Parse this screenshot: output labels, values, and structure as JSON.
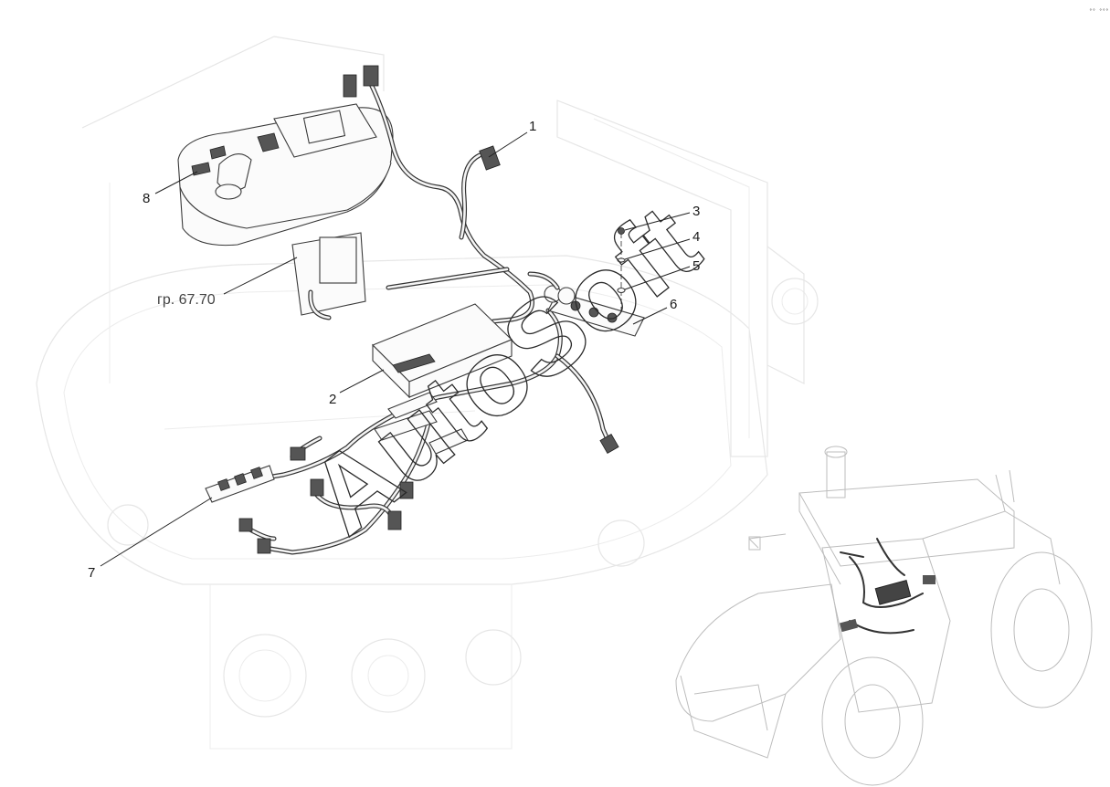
{
  "corner_mark": "°° °°°",
  "watermark": "AutoSoft",
  "reference_label": "гр. 67.70",
  "callouts": [
    {
      "id": "c1",
      "label": "1"
    },
    {
      "id": "c2",
      "label": "2"
    },
    {
      "id": "c3",
      "label": "3"
    },
    {
      "id": "c4",
      "label": "4"
    },
    {
      "id": "c5",
      "label": "5"
    },
    {
      "id": "c6",
      "label": "6"
    },
    {
      "id": "c7",
      "label": "7"
    },
    {
      "id": "c8",
      "label": "8"
    }
  ]
}
